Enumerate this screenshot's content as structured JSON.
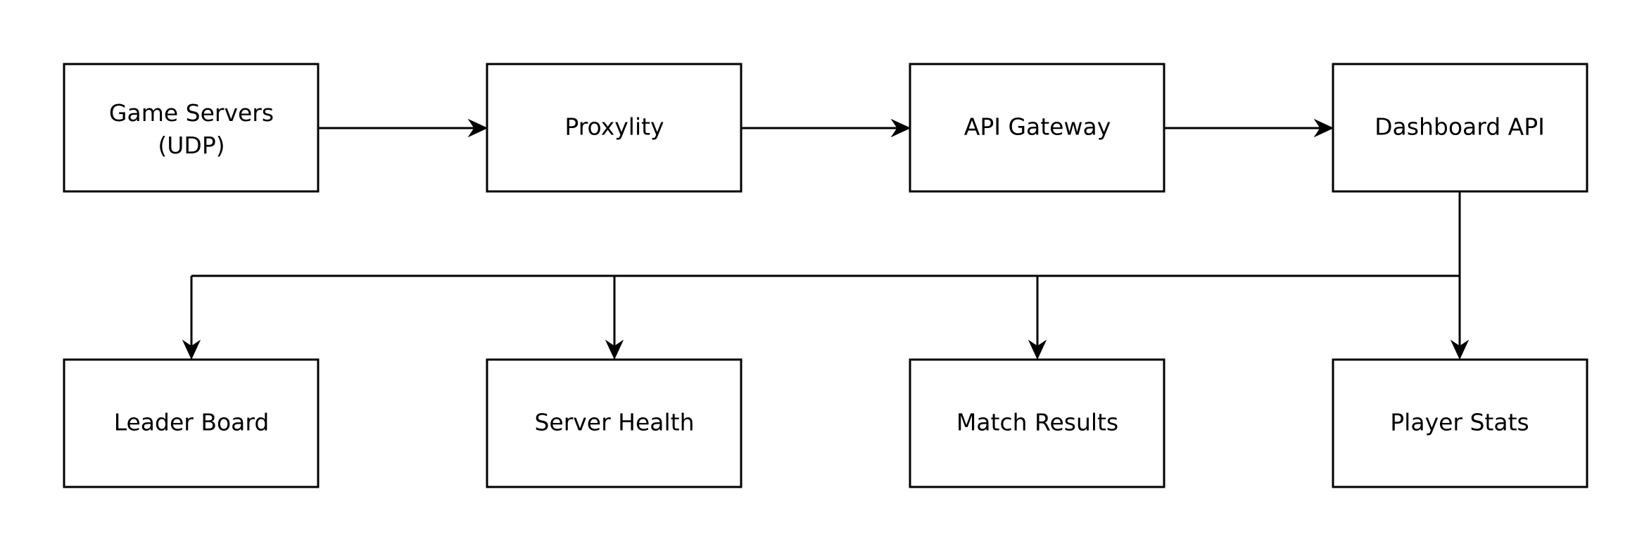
{
  "diagram": {
    "nodes": {
      "game_servers": {
        "label_line1": "Game Servers",
        "label_line2": "(UDP)"
      },
      "proxylity": {
        "label": "Proxylity"
      },
      "api_gateway": {
        "label": "API Gateway"
      },
      "dashboard_api": {
        "label": "Dashboard API"
      },
      "leader_board": {
        "label": "Leader Board"
      },
      "server_health": {
        "label": "Server Health"
      },
      "match_results": {
        "label": "Match Results"
      },
      "player_stats": {
        "label": "Player Stats"
      }
    },
    "edges": [
      {
        "from": "game_servers",
        "to": "proxylity"
      },
      {
        "from": "proxylity",
        "to": "api_gateway"
      },
      {
        "from": "api_gateway",
        "to": "dashboard_api"
      },
      {
        "from": "dashboard_api",
        "to": "leader_board"
      },
      {
        "from": "dashboard_api",
        "to": "server_health"
      },
      {
        "from": "dashboard_api",
        "to": "match_results"
      },
      {
        "from": "dashboard_api",
        "to": "player_stats"
      }
    ]
  }
}
